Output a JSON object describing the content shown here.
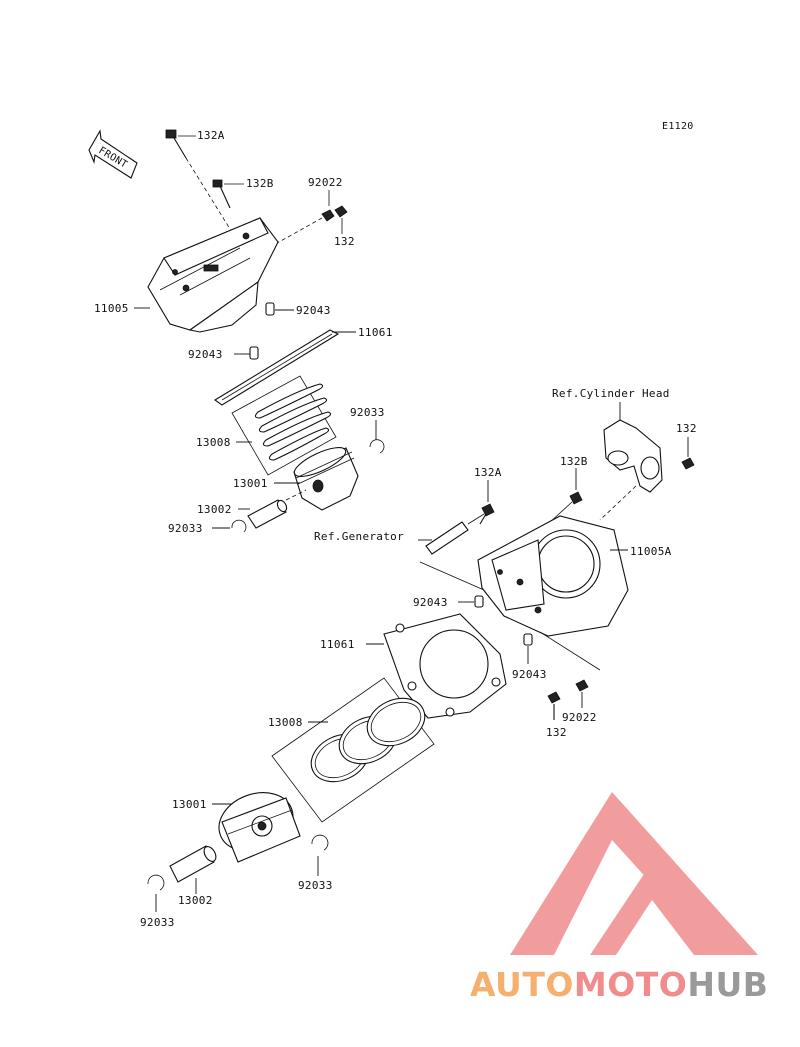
{
  "diagram_code": "E1120",
  "front_arrow_label": "FRONT",
  "labels": {
    "bolt_132A_top": "132A",
    "bolt_132B_top": "132B",
    "washer_92022_top": "92022",
    "bolt_132_top": "132",
    "head_11005": "11005",
    "dowel_92043_a": "92043",
    "gasket_11061_top": "11061",
    "dowel_92043_b": "92043",
    "clip_92033_a": "92033",
    "rings_13008_top": "13008",
    "piston_13001_top": "13001",
    "pin_13002_top": "13002",
    "clip_92033_b": "92033",
    "ref_cylinder_head": "Ref.Cylinder Head",
    "bolt_132_right": "132",
    "bolt_132A_mid": "132A",
    "bolt_132B_mid": "132B",
    "ref_generator": "Ref.Generator",
    "cylinder_11005A": "11005A",
    "dowel_92043_c": "92043",
    "gasket_11061_bottom": "11061",
    "dowel_92043_d": "92043",
    "washer_92022_bottom": "92022",
    "bolt_132_bottom": "132",
    "rings_13008_bottom": "13008",
    "piston_13001_bottom": "13001",
    "clip_92033_c": "92033",
    "pin_13002_bottom": "13002",
    "clip_92033_d": "92033"
  },
  "watermark": {
    "part1": "AUTO",
    "part2": "MOTO",
    "part3": "HUB",
    "color1": "#f5b070",
    "color2": "#f08c8c",
    "color3": "#9a9a9a",
    "logo_color": "#f08c8c"
  }
}
